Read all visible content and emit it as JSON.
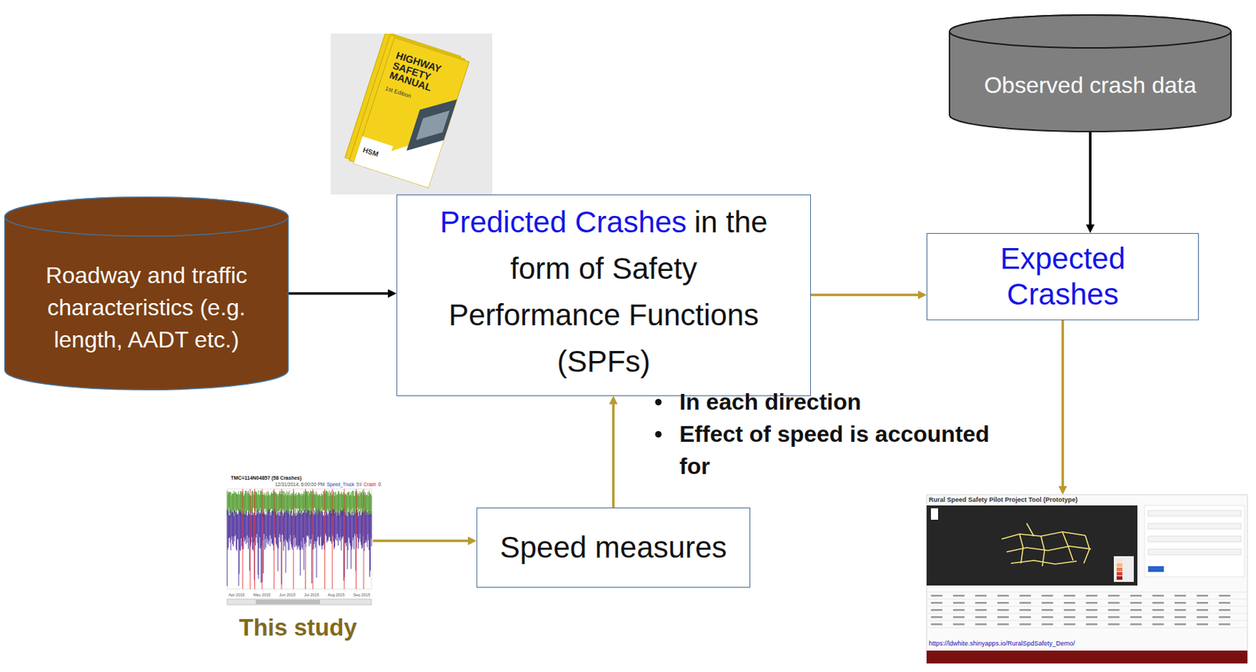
{
  "diagram": {
    "nodes": [
      {
        "text": [
          "Observed crash data"
        ]
      },
      {
        "text": [
          "Roadway and traffic characteristics (e.g. length, AADT etc.)"
        ]
      },
      {
        "text": [
          "Predicted Crashes",
          "in the form of Safety Performance Functions (SPFs)"
        ]
      },
      {
        "text": [
          "Expected Crashes"
        ]
      },
      {
        "text": [
          "TMC=114N04857 (58 Crashes)"
        ]
      },
      {
        "text": [
          "Speed measures"
        ]
      },
      {
        "text": [
          "Rural Speed Safety Pilot Project Tool (Prototype)",
          "https://ldwhite.shinyapps.io/RuralSpdSafety_Demo/"
        ]
      }
    ],
    "edges": [
      {
        "from": 1,
        "to": 2,
        "arrow": "to"
      },
      {
        "from": 2,
        "to": 3,
        "arrow": "to"
      },
      {
        "from": 0,
        "to": 3,
        "arrow": "to"
      },
      {
        "from": 3,
        "to": 6,
        "arrow": "to"
      },
      {
        "from": 4,
        "to": 5,
        "arrow": "to"
      },
      {
        "from": 5,
        "to": 2,
        "arrow": "to"
      }
    ],
    "labels": [
      "HIGHWAY SAFETY MANUAL",
      "1st Edition",
      "HSM",
      "In each direction",
      "Effect of speed is accounted for",
      "12/31/2014, 6:00:00 PM",
      "Speed_Truck",
      "59",
      "Crash",
      "0",
      "Apr 2015",
      "May 2015",
      "Jun 2015",
      "Jul 2015",
      "Aug 2015",
      "Sep 2015",
      "This study"
    ]
  }
}
